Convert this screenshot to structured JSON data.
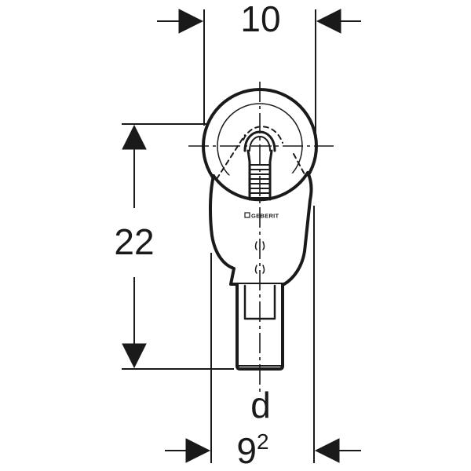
{
  "drawing": {
    "subject": "sanitary siphon technical drawing",
    "brand_mark": "GEBERIT",
    "line_color": "#1a1a1a",
    "background": "#ffffff",
    "dimensions": {
      "top_width": {
        "value": "10"
      },
      "height": {
        "value": "22"
      },
      "outlet_diameter_label": {
        "value": "d"
      },
      "bottom_width": {
        "base": "9",
        "superscript": "2"
      }
    }
  }
}
